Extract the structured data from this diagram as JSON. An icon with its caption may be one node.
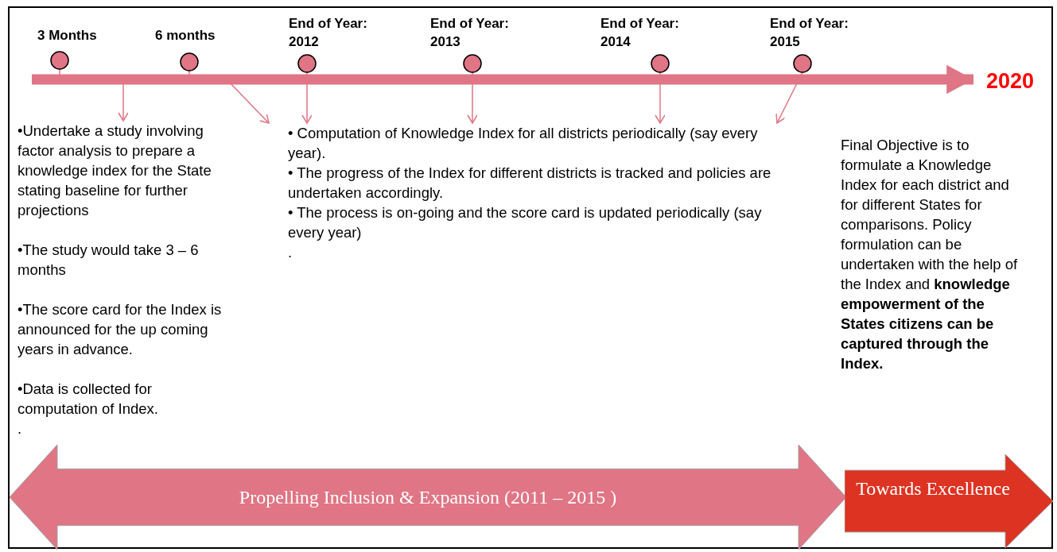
{
  "diagram": {
    "nodes": [
      {
        "text": [
          "3 Months"
        ]
      },
      {
        "text": [
          "6 months"
        ]
      },
      {
        "text": [
          "End of Year: 2012"
        ]
      },
      {
        "text": [
          "End of Year: 2013"
        ]
      },
      {
        "text": [
          "End of Year: 2014"
        ]
      },
      {
        "text": [
          "End of Year: 2015"
        ]
      },
      {
        "text": [
          "•Undertake a study involving factor analysis to prepare a knowledge index for the State stating baseline for further projections",
          "•The study would take 3 – 6 months",
          "•The score card for the Index is announced for the up coming years in advance.",
          "•Data is collected for computation of Index.",
          "."
        ]
      },
      {
        "text": [
          "• Computation of Knowledge Index for all districts periodically (say every year).",
          "• The progress of the Index for different districts is tracked and policies are undertaken accordingly.",
          "• The process is on-going and the score card is updated periodically (say every year)",
          "."
        ]
      },
      {
        "text": [
          "2020"
        ]
      },
      {
        "text": [
          "Final Objective is to formulate a Knowledge Index for each district and for different States for comparisons. Policy formulation can be undertaken with the help of the Index and **knowledge empowerment of the States citizens can be captured through the Index.**"
        ]
      },
      {
        "text": [
          "Propelling Inclusion & Expansion (2011 – 2015 )"
        ]
      },
      {
        "text": [
          "Towards Excellence"
        ]
      }
    ],
    "edges": [
      {
        "from": 0,
        "to": 6,
        "arrow": "to"
      },
      {
        "from": 1,
        "to": 7,
        "arrow": "to"
      },
      {
        "from": 2,
        "to": 7,
        "arrow": "to"
      },
      {
        "from": 3,
        "to": 7,
        "arrow": "to"
      },
      {
        "from": 4,
        "to": 7,
        "arrow": "to"
      },
      {
        "from": 5,
        "to": 7,
        "arrow": "to"
      },
      {
        "from": null,
        "to": 8,
        "arrow": "to",
        "style": "thick"
      }
    ]
  }
}
